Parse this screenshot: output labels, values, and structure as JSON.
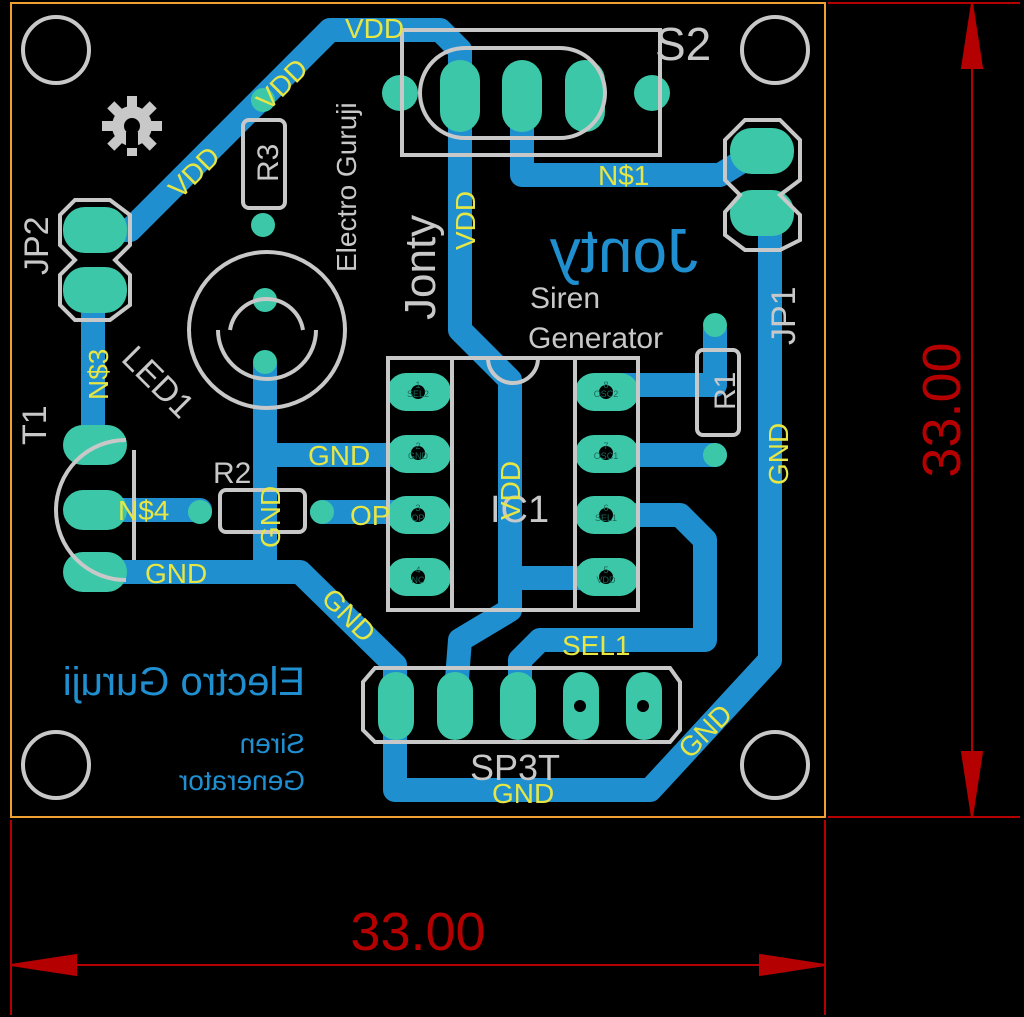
{
  "colors": {
    "background": "#000000",
    "board_outline": "#f0a030",
    "trace": "#1f8fd0",
    "pad": "#3cc8a8",
    "silkscreen": "#c8c8c8",
    "net_label": "#e6e645",
    "dimension": "#b40000",
    "mirrored_text": "#1f8fd0"
  },
  "board": {
    "title_mirrored": "Jonty",
    "subtitle_mirrored_line1": "Siren",
    "subtitle_mirrored_line2": "Generator",
    "subtitle_line1": "Siren",
    "subtitle_line2": "Generator",
    "brand_vertical": "Electro Guruji",
    "jonty_vertical": "Jonty",
    "brand_mirrored": "Electro Guruji",
    "bottom_siren": "Siren",
    "bottom_generator": "Generator",
    "logo_icon": "gear-icon"
  },
  "dimensions": {
    "width_label": "33.00",
    "height_label": "33.00"
  },
  "components": {
    "s2": "S2",
    "r3": "R3",
    "jp2": "JP2",
    "led1": "LED1",
    "t1": "T1",
    "r2": "R2",
    "ic1": "IC1",
    "r1": "R1",
    "jp1": "JP1",
    "sp3t": "SP3T"
  },
  "nets": {
    "vdd_top": "VDD",
    "vdd_diag1": "VDD",
    "vdd_diag2": "VDD",
    "vdd_vert": "VDD",
    "vdd_ic": "VDD",
    "n1": "N$1",
    "n3": "N$3",
    "n4": "N$4",
    "gnd_led": "GND",
    "gnd_r2": "GND",
    "gnd_t1": "GND",
    "gnd_diag": "GND",
    "op": "OP",
    "gnd_jp1": "GND",
    "sel1": "SEL1",
    "gnd_br": "GND",
    "gnd_bottom": "GND"
  },
  "ic_pins": {
    "left": [
      {
        "num": "1",
        "name": "SEL2"
      },
      {
        "num": "2",
        "name": "GND"
      },
      {
        "num": "3",
        "name": "OP"
      },
      {
        "num": "4",
        "name": "NC"
      }
    ],
    "right": [
      {
        "num": "8",
        "name": "OSC2"
      },
      {
        "num": "7",
        "name": "OSC1"
      },
      {
        "num": "6",
        "name": "SEL1"
      },
      {
        "num": "5",
        "name": "VDD"
      }
    ]
  }
}
